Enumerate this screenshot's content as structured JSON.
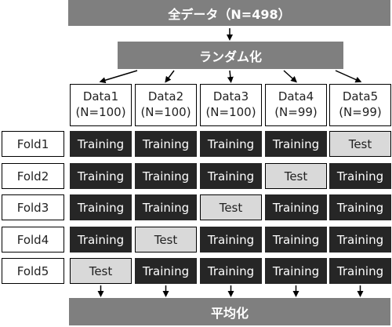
{
  "top_label": "全データ（N=498）",
  "randomize_label": "ランダム化",
  "average_label": "平均化",
  "datasets": [
    {
      "name": "Data1",
      "n": "(N=100)"
    },
    {
      "name": "Data2",
      "n": "(N=100)"
    },
    {
      "name": "Data3",
      "n": "(N=100)"
    },
    {
      "name": "Data4",
      "n": "(N=99)"
    },
    {
      "name": "Data5",
      "n": "(N=99)"
    }
  ],
  "folds": [
    {
      "label": "Fold1",
      "cells": [
        "Training",
        "Training",
        "Training",
        "Training",
        "Test"
      ]
    },
    {
      "label": "Fold2",
      "cells": [
        "Training",
        "Training",
        "Training",
        "Test",
        "Training"
      ]
    },
    {
      "label": "Fold3",
      "cells": [
        "Training",
        "Training",
        "Test",
        "Training",
        "Training"
      ]
    },
    {
      "label": "Fold4",
      "cells": [
        "Training",
        "Test",
        "Training",
        "Training",
        "Training"
      ]
    },
    {
      "label": "Fold5",
      "cells": [
        "Test",
        "Training",
        "Training",
        "Training",
        "Training"
      ]
    }
  ]
}
